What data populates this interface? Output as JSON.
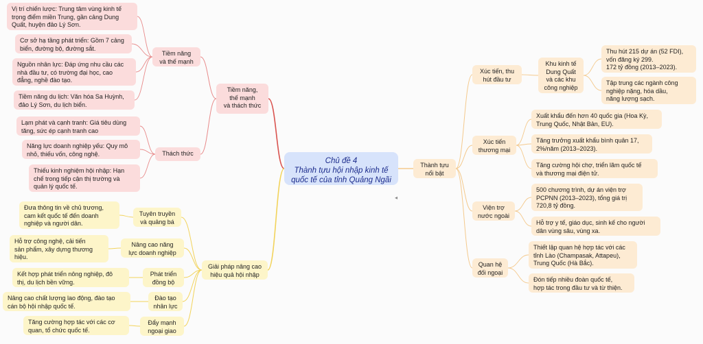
{
  "center": "Chủ đề 4\nThành tựu hội nhập kinh tế\nquốc tế của tỉnh Quảng Ngãi",
  "left_top": {
    "label": "Tiềm năng,\nthế mạnh\nvà thách thức",
    "groups": [
      {
        "label": "Tiềm năng\nvà thế mạnh",
        "items": [
          "Vị trí chiến lược: Trung tâm vùng kinh tế\ntrọng điểm miền Trung, gần cảng Dung\nQuất, huyện đảo Lý Sơn.",
          "Cơ sở hạ tầng phát triển: Gồm 7 cảng\nbiển, đường bộ, đường sắt.",
          "Nguồn nhân lực: Đáp ứng nhu cầu các\nnhà đầu tư, có trường đại học, cao\nđẳng, nghề đào tạo.",
          "Tiềm năng du lịch: Văn hóa Sa Huỳnh,\nđảo Lý Sơn, du lịch biển."
        ]
      },
      {
        "label": "Thách thức",
        "items": [
          "Lạm phát và cạnh tranh: Giá tiêu dùng\ntăng, sức ép cạnh tranh cao",
          "Năng lực doanh nghiệp yếu: Quy mô\nnhỏ, thiếu vốn, công nghệ.",
          "Thiếu kinh nghiệm hội nhập: Hạn\nchế trong tiếp cận thị trường và\nquản lý quốc tế."
        ]
      }
    ]
  },
  "left_bottom": {
    "label": "Giải pháp nâng cao\nhiệu quả hội nhập",
    "groups": [
      {
        "label": "Tuyên truyền\nvà quảng bá",
        "item": "Đưa thông tin về chủ trương,\ncam kết quốc tế đến doanh\nnghiệp và người dân."
      },
      {
        "label": "Nâng cao năng\nlực doanh nghiệp",
        "item": "Hỗ trợ công nghệ, cải tiến\nsản phẩm, xây dựng thương\nhiệu."
      },
      {
        "label": "Phát triển\nđồng bộ",
        "item": "Kết hợp phát triển nông nghiệp, đô\nthị, du lịch bền vững."
      },
      {
        "label": "Đào tạo\nnhân lực",
        "item": "Nâng cao chất lượng lao động, đào tạo\ncán bộ hội nhập quốc tế."
      },
      {
        "label": "Đẩy mạnh\nngoại giao",
        "item": "Tăng cường hợp tác với các cơ\nquan, tổ chức quốc tế."
      }
    ]
  },
  "right": {
    "label": "Thành tựu\nnổi bật",
    "groups": [
      {
        "label": "Xúc tiến, thu\nhút đầu tư",
        "sub": "Khu kinh tế\nDung Quất\nvà các khu\ncông nghiệp",
        "items": [
          "Thu hút 215 dự án (52 FDI),\nvốn đăng ký 299.\n172 tỷ đồng (2013–2023).",
          "Tập trung các ngành công\nnghiệp nặng, hóa dầu,\nnăng lượng sạch."
        ]
      },
      {
        "label": "Xúc tiến\nthương mại",
        "items": [
          "Xuất khẩu đến hơn 40 quốc gia (Hoa Kỳ,\nTrung Quốc, Nhật Bản, EU).",
          "Tăng trưởng xuất khẩu bình quân 17,\n2%/năm (2013–2023).",
          "Tăng cường hội chợ, triển lãm quốc tế\nvà thương mại điện tử."
        ]
      },
      {
        "label": "Viện trợ\nnước ngoài",
        "items": [
          "500 chương trình, dự án viện trợ\nPCPNN (2013–2023), tổng giá trị\n720,8 tỷ đồng.",
          "Hỗ trợ y tế, giáo dục, sinh kế cho người\ndân vùng sâu, vùng xa."
        ]
      },
      {
        "label": "Quan hệ\nđối ngoại",
        "items": [
          "Thiết lập quan hệ hợp tác với các\ntỉnh Lào (Champasak, Attapeu),\nTrung Quốc (Hà Bắc).",
          "Đón tiếp nhiều đoàn quốc tế,\nhợp tác trong đầu tư và từ thiện."
        ]
      }
    ]
  },
  "colors": {
    "pink": "#fbdcdc",
    "yellow": "#fdf5c9",
    "peach": "#fdebd3",
    "center": "#d7e3fb",
    "pink_line": "#e88a8a",
    "red_line": "#d9534f",
    "yellow_line": "#f2d35b",
    "peach_line": "#f4c98c"
  }
}
